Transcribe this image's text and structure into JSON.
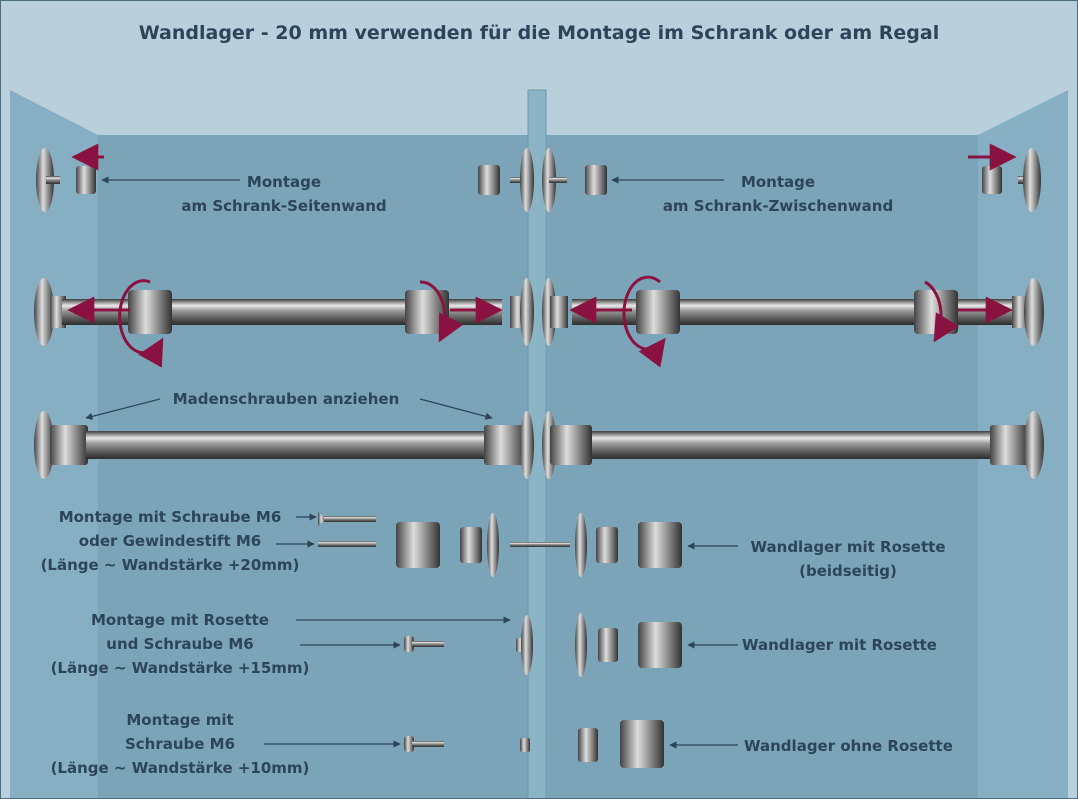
{
  "title": "Wandlager - 20 mm verwenden für die Montage im Schrank oder am Regal",
  "colors": {
    "panel": "#7fa8bd",
    "panel_dark": "#6a95ab",
    "background": "#b9d0dc",
    "text": "#2c4559",
    "arrow": "#8a1240",
    "metal": "#9a9a9a"
  },
  "labels": {
    "montage_seitenwand": [
      "Montage",
      "am Schrank-Seitenwand"
    ],
    "montage_zwischenwand": [
      "Montage",
      "am Schrank-Zwischenwand"
    ],
    "madenschrauben": "Madenschrauben anziehen",
    "left_group1": [
      "Montage mit Schraube M6",
      "oder Gewindestift M6",
      "(Länge ~ Wandstärke +20mm)"
    ],
    "left_group2": [
      "Montage mit Rosette",
      "und Schraube M6",
      "(Länge ~ Wandstärke +15mm)"
    ],
    "left_group3": [
      "Montage mit",
      "Schraube M6",
      "(Länge ~ Wandstärke +10mm)"
    ],
    "right_group1": [
      "Wandlager mit Rosette",
      "(beidseitig)"
    ],
    "right_group2": "Wandlager mit Rosette",
    "right_group3": "Wandlager ohne Rosette"
  }
}
